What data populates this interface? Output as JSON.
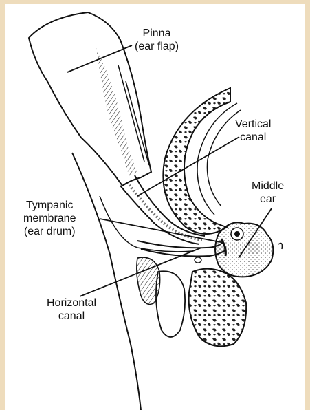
{
  "labels": {
    "pinna": {
      "line1": "Pinna",
      "line2": "(ear flap)"
    },
    "vertical_canal": {
      "line1": "Vertical",
      "line2": "canal"
    },
    "middle_ear": {
      "line1": "Middle",
      "line2": "ear"
    },
    "tympanic_membrane": {
      "line1": "Tympanic",
      "line2": "membrane",
      "line3": "(ear drum)"
    },
    "horizontal_canal": {
      "line1": "Horizontal",
      "line2": "canal"
    }
  },
  "colors": {
    "border": "#eedcbc",
    "ink": "#111111",
    "background": "#ffffff"
  }
}
